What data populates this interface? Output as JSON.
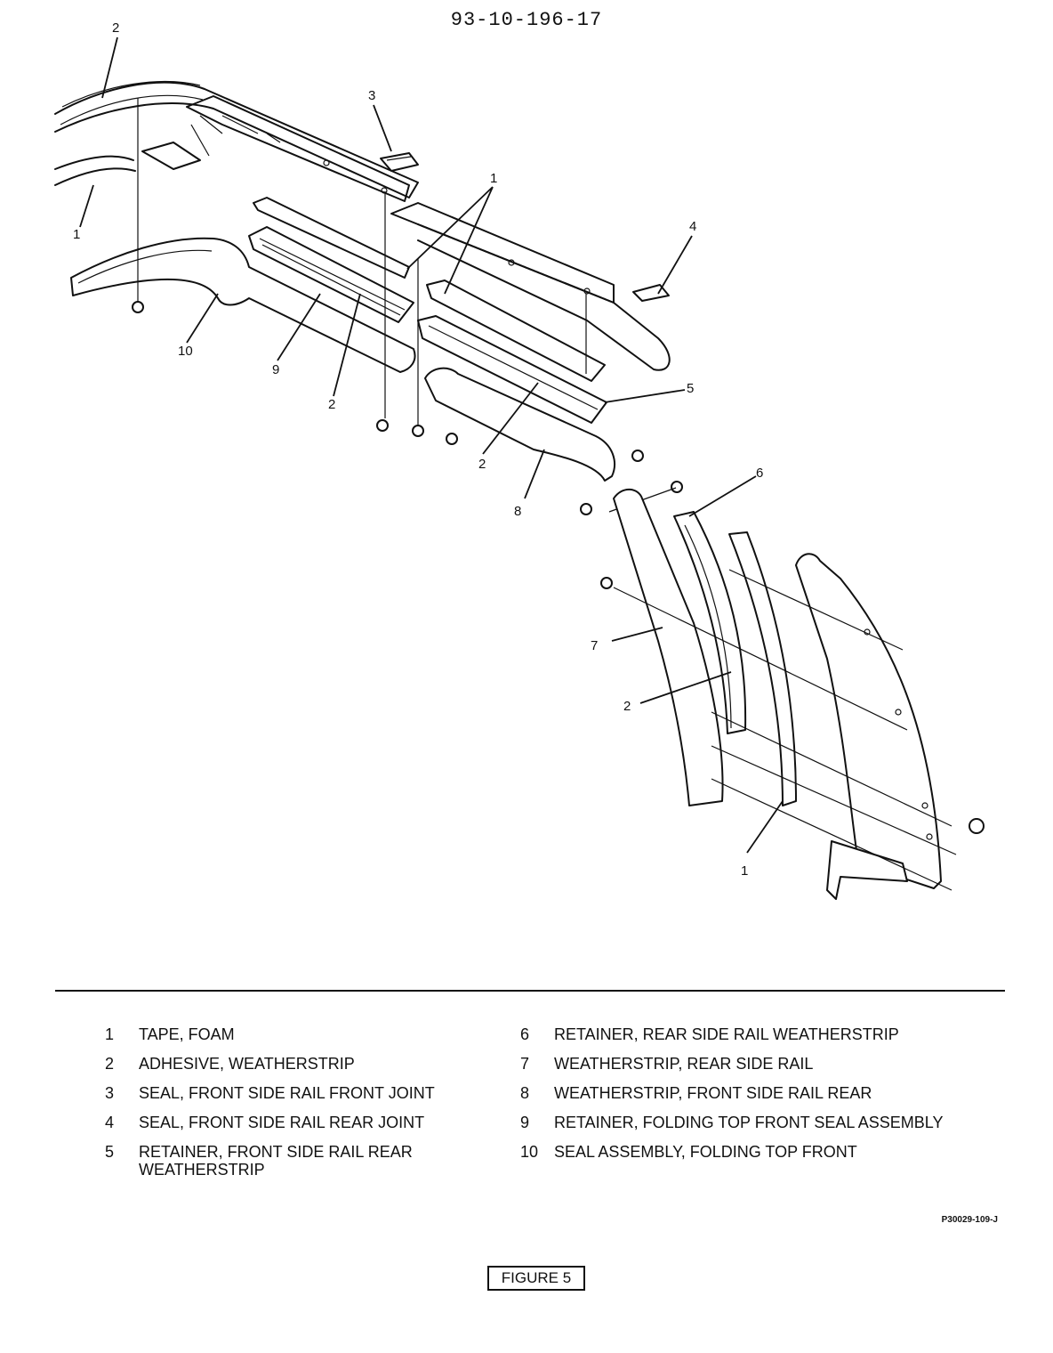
{
  "header": {
    "doc_number": "93-10-196-17"
  },
  "callouts": {
    "c1": "1",
    "c2": "2",
    "c3": "3",
    "c4": "4",
    "c5": "5",
    "c6": "6",
    "c7": "7",
    "c8": "8",
    "c9": "9",
    "c10": "10"
  },
  "legend": {
    "left": [
      {
        "num": "1",
        "text": "TAPE, FOAM"
      },
      {
        "num": "2",
        "text": "ADHESIVE, WEATHERSTRIP"
      },
      {
        "num": "3",
        "text": "SEAL, FRONT SIDE RAIL FRONT JOINT"
      },
      {
        "num": "4",
        "text": "SEAL, FRONT SIDE RAIL REAR JOINT"
      },
      {
        "num": "5",
        "text": "RETAINER, FRONT SIDE RAIL REAR WEATHERSTRIP"
      }
    ],
    "right": [
      {
        "num": "6",
        "text": "RETAINER, REAR SIDE RAIL WEATHERSTRIP"
      },
      {
        "num": "7",
        "text": "WEATHERSTRIP, REAR SIDE RAIL"
      },
      {
        "num": "8",
        "text": "WEATHERSTRIP, FRONT SIDE RAIL REAR"
      },
      {
        "num": "9",
        "text": "RETAINER, FOLDING TOP FRONT SEAL ASSEMBLY"
      },
      {
        "num": "10",
        "text": "SEAL ASSEMBLY, FOLDING TOP FRONT"
      }
    ]
  },
  "footer": {
    "ref_code": "P30029-109-J",
    "figure_label": "FIGURE 5"
  }
}
